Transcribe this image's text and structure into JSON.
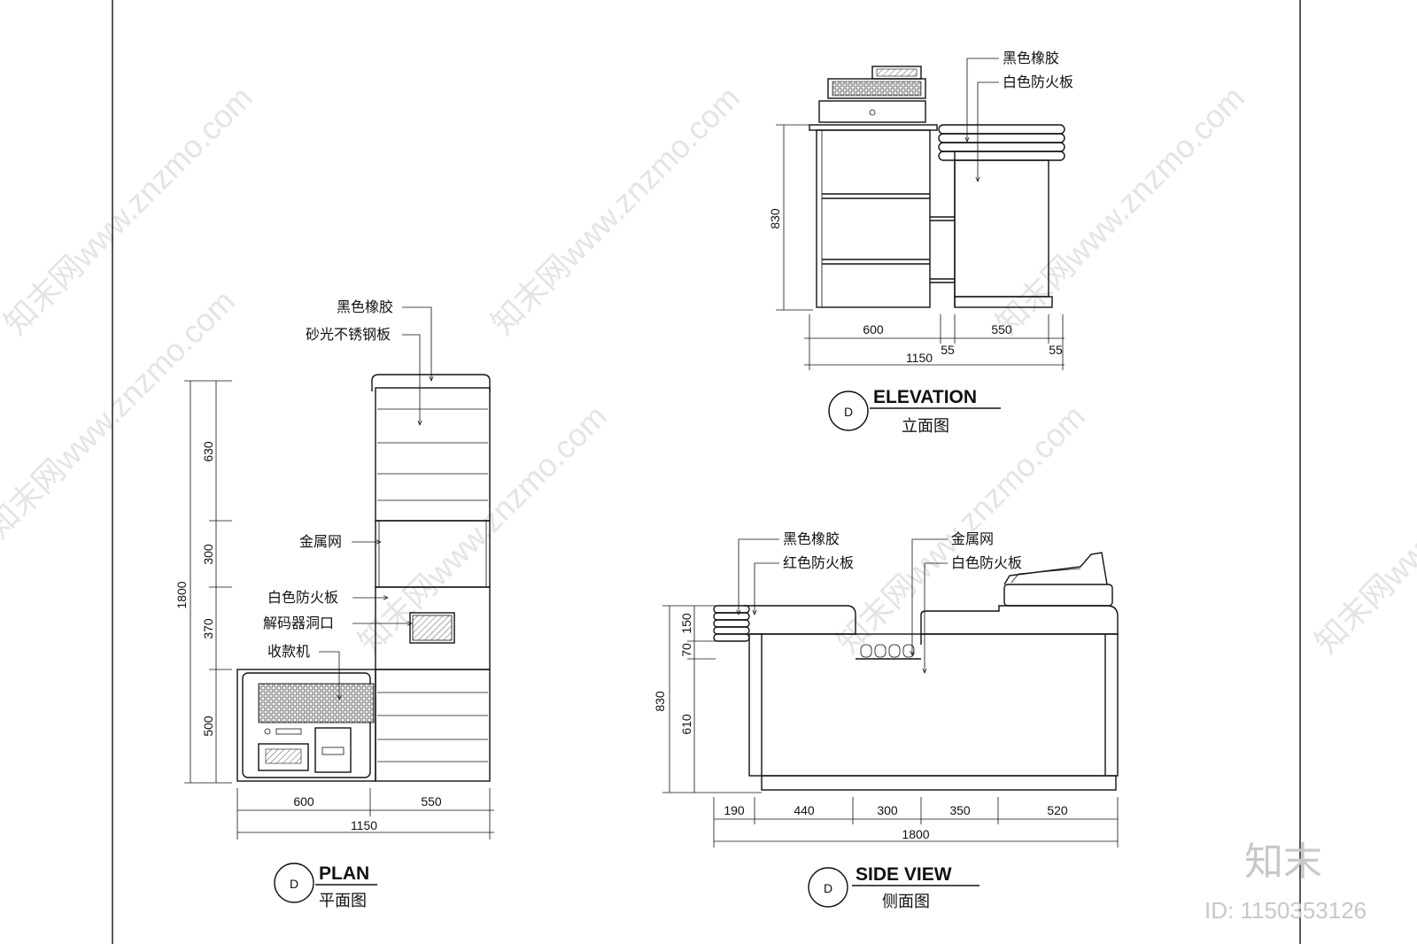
{
  "watermark": {
    "text": "知末网www.znzmo.com"
  },
  "brand": {
    "logo": "知末",
    "id": "ID: 1150353126"
  },
  "plan": {
    "title": "PLAN",
    "subtitle": "平面图",
    "marker": "D",
    "labels": [
      "黑色橡胶",
      "砂光不锈钢板",
      "金属网",
      "白色防火板",
      "解码器洞口",
      "收款机"
    ],
    "dims_v": [
      "1800",
      "630",
      "300",
      "370",
      "500"
    ],
    "dims_h": [
      "600",
      "550",
      "1150"
    ]
  },
  "elevation": {
    "title": "ELEVATION",
    "subtitle": "立面图",
    "marker": "D",
    "labels": [
      "黑色橡胶",
      "白色防火板"
    ],
    "dims_v": [
      "830"
    ],
    "dims_h": [
      "600",
      "550",
      "55",
      "55",
      "1150"
    ]
  },
  "side": {
    "title": "SIDE VIEW",
    "subtitle": "侧面图",
    "marker": "D",
    "labels": [
      "黑色橡胶",
      "红色防火板",
      "金属网",
      "白色防火板"
    ],
    "dims_v": [
      "830",
      "150",
      "70",
      "610"
    ],
    "dims_h": [
      "190",
      "440",
      "300",
      "350",
      "520",
      "1800"
    ]
  }
}
